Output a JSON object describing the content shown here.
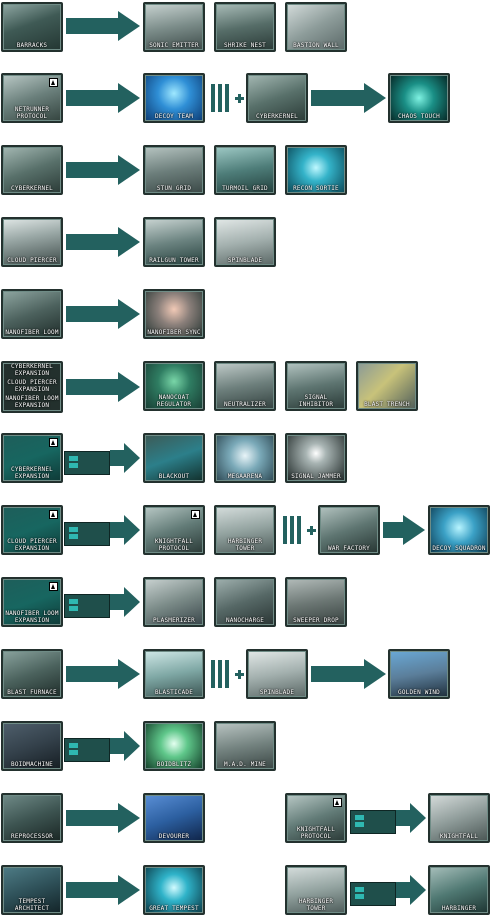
{
  "rows": [
    {
      "source": "BARRACKS",
      "unlocks": [
        "SONIC EMITTER",
        "SHRIKE NEST",
        "BASTION WALL"
      ]
    },
    {
      "source": "NETRUNNER PROTOCOL",
      "unlocks": [
        "DECOY TEAM"
      ],
      "combo": "CYBERKERNEL",
      "result": "CHAOS TOUCH"
    },
    {
      "source": "CYBERKERNEL",
      "unlocks": [
        "STUN GRID",
        "TURMOIL GRID",
        "RECON SORTIE"
      ]
    },
    {
      "source": "CLOUD PIERCER",
      "unlocks": [
        "RAILGUN TOWER",
        "SPINBLADE"
      ]
    },
    {
      "source": "NANOFIBER LOOM",
      "unlocks": [
        "NANOFIBER SYNC"
      ]
    },
    {
      "source_lines": [
        "CYBERKERNEL EXPANSION",
        "CLOUD PIERCER EXPANSION",
        "NANOFIBER LOOM EXPANSION"
      ],
      "unlocks": [
        "NANOCOAT REGULATOR",
        "NEUTRALIZER",
        "SIGNAL INHIBITOR",
        "BLAST TRENCH"
      ]
    },
    {
      "source": "CYBERKERNEL EXPANSION",
      "unlocks": [
        "BLACKOUT",
        "MEGAARENA",
        "SIGNAL JAMMER"
      ]
    },
    {
      "source": "CLOUD PIERCER EXPANSION",
      "unlocks": [
        "KNIGHTFALL PROTOCOL",
        "HARBINGER TOWER"
      ],
      "combo": "WAR FACTORY",
      "result": "DECOY SQUADRON"
    },
    {
      "source": "NANOFIBER LOOM EXPANSION",
      "unlocks": [
        "PLASMERIZER",
        "NANOCHARGE",
        "SWEEPER DROP"
      ]
    },
    {
      "source": "BLAST FURNACE",
      "unlocks": [
        "BLASTICADE"
      ],
      "combo": "SPINBLADE",
      "result": "GOLDEN WIND"
    },
    {
      "source": "BOIDMACHINE",
      "unlocks": [
        "BOIDBLITZ",
        "M.A.D. MINE"
      ]
    },
    {
      "source": "REPROCESSOR",
      "unlocks": [
        "DEVOURER"
      ],
      "source2": "KNIGHTFALL PROTOCOL",
      "result2": "KNIGHTFALL"
    },
    {
      "source": "TEMPEST ARCHITECT",
      "unlocks": [
        "GREAT TEMPEST"
      ],
      "source2": "HARBINGER TOWER",
      "result2": "HARBINGER"
    }
  ],
  "colors": {
    "arrow": "#23615f",
    "border": "#23312e",
    "accent": "#2fb8b1"
  }
}
